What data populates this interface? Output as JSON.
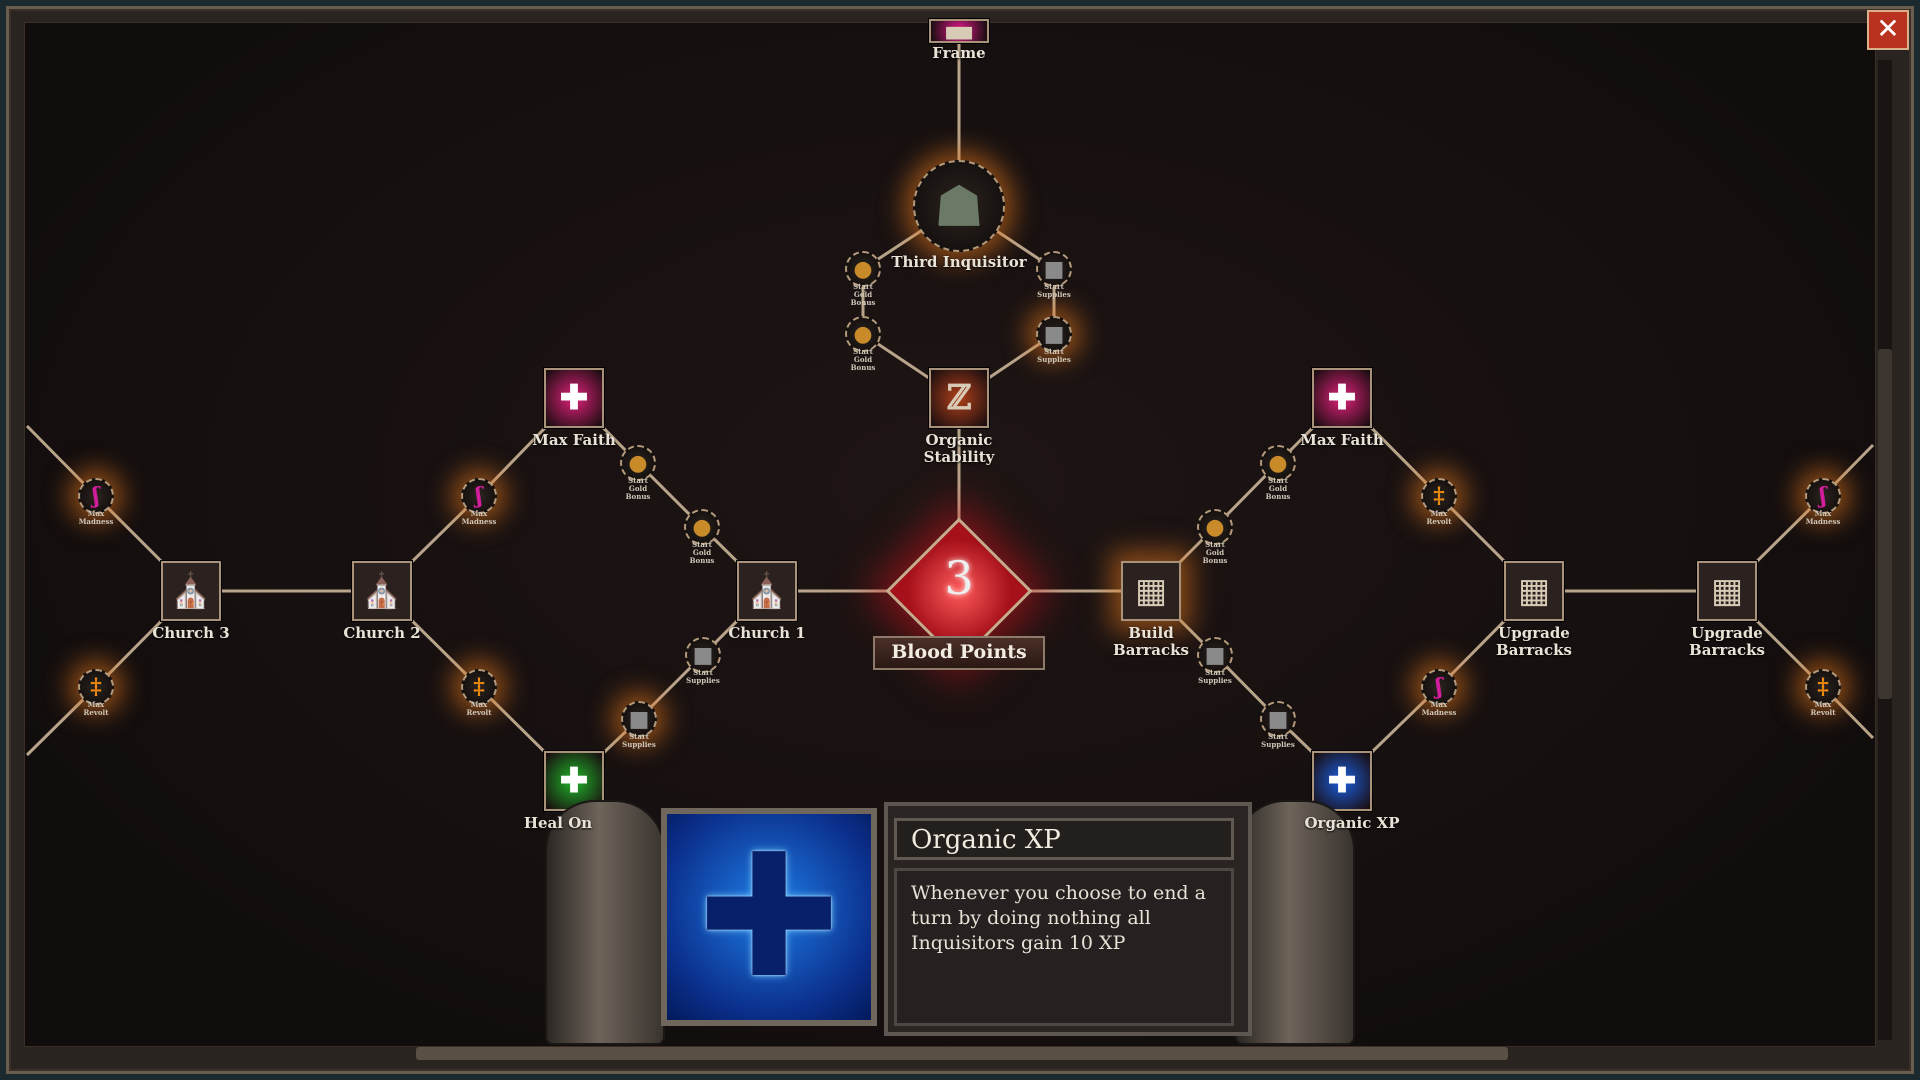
{
  "window": {
    "close_icon": "close-x-icon"
  },
  "blood_points": {
    "value": "3",
    "label": "Blood Points"
  },
  "nodes": [
    {
      "id": "frame",
      "label": "Frame",
      "kind": "square",
      "icon": "frame-icon",
      "color": "#e0188a"
    },
    {
      "id": "third",
      "label": "Third Inquisitor",
      "kind": "portrait",
      "icon": "hooded-inquisitor-icon",
      "unlocked": true
    },
    {
      "id": "g1",
      "label": "Start Gold Bonus",
      "kind": "small",
      "icon": "gold-coins-icon",
      "color": "#c98a2a"
    },
    {
      "id": "g2",
      "label": "Start Gold Bonus",
      "kind": "small",
      "icon": "gold-coins-icon",
      "color": "#c98a2a"
    },
    {
      "id": "s1",
      "label": "Start Supplies",
      "kind": "small",
      "icon": "supplies-icon",
      "color": "#8a8a8a"
    },
    {
      "id": "s2",
      "label": "Start Supplies",
      "kind": "small",
      "icon": "supplies-icon",
      "color": "#8a8a8a",
      "unlocked": true
    },
    {
      "id": "stab",
      "label": "Organic Stability",
      "kind": "square",
      "icon": "organic-stability-icon",
      "color": "#b0401a"
    },
    {
      "id": "c1",
      "label": "Church 1",
      "kind": "square",
      "icon": "church-icon",
      "color": "#7a6a58"
    },
    {
      "id": "c2",
      "label": "Church 2",
      "kind": "square",
      "icon": "church-icon",
      "color": "#7a6a58"
    },
    {
      "id": "c3",
      "label": "Church 3",
      "kind": "square",
      "icon": "church-icon",
      "color": "#7a6a58"
    },
    {
      "id": "mfL",
      "label": "Max Faith",
      "kind": "square",
      "icon": "pink-cross-icon",
      "color": "#e0207a"
    },
    {
      "id": "mfR",
      "label": "Max Faith",
      "kind": "square",
      "icon": "pink-cross-icon",
      "color": "#e0207a"
    },
    {
      "id": "lg1",
      "label": "Start Gold Bonus",
      "kind": "small",
      "icon": "gold-coins-icon",
      "color": "#c98a2a"
    },
    {
      "id": "lg2",
      "label": "Start Gold Bonus",
      "kind": "small",
      "icon": "gold-coins-icon",
      "color": "#c98a2a"
    },
    {
      "id": "ls1",
      "label": "Start Supplies",
      "kind": "small",
      "icon": "supplies-icon",
      "color": "#8a8a8a"
    },
    {
      "id": "ls2",
      "label": "Start Supplies",
      "kind": "small",
      "icon": "supplies-icon",
      "color": "#8a8a8a",
      "unlocked": true
    },
    {
      "id": "heal",
      "label": "Heal On",
      "kind": "square",
      "icon": "heal-crosses-icon",
      "color": "#1fb52a"
    },
    {
      "id": "lm1",
      "label": "Max Madness",
      "kind": "small",
      "icon": "tentacle-icon",
      "color": "#d21e9c",
      "unlocked": true
    },
    {
      "id": "lm2",
      "label": "Max Madness",
      "kind": "small",
      "icon": "tentacle-icon",
      "color": "#d21e9c",
      "unlocked": true
    },
    {
      "id": "lr1",
      "label": "Max Revolt",
      "kind": "small",
      "icon": "revolt-totem-icon",
      "color": "#f08a10",
      "unlocked": true
    },
    {
      "id": "lr2",
      "label": "Max Revolt",
      "kind": "small",
      "icon": "revolt-totem-icon",
      "color": "#f08a10",
      "unlocked": true
    },
    {
      "id": "bb",
      "label": "Build Barracks",
      "kind": "square",
      "icon": "barracks-icon",
      "color": "#6a5040",
      "unlocked": true
    },
    {
      "id": "rg1",
      "label": "Start Gold Bonus",
      "kind": "small",
      "icon": "gold-coins-icon",
      "color": "#c98a2a"
    },
    {
      "id": "rg2",
      "label": "Start Gold Bonus",
      "kind": "small",
      "icon": "gold-coins-icon",
      "color": "#c98a2a"
    },
    {
      "id": "rs1",
      "label": "Start Supplies",
      "kind": "small",
      "icon": "supplies-icon",
      "color": "#8a8a8a"
    },
    {
      "id": "rs2",
      "label": "Start Supplies",
      "kind": "small",
      "icon": "supplies-icon",
      "color": "#8a8a8a"
    },
    {
      "id": "oxp",
      "label": "Organic XP",
      "kind": "square",
      "icon": "blue-cross-icon",
      "color": "#1a5ee0"
    },
    {
      "id": "ub1",
      "label": "Upgrade Barracks",
      "kind": "square",
      "icon": "barracks-icon",
      "color": "#6a5040"
    },
    {
      "id": "ub2",
      "label": "Upgrade Barracks",
      "kind": "square",
      "icon": "barracks-icon",
      "color": "#6a5040"
    },
    {
      "id": "rr1",
      "label": "Max Revolt",
      "kind": "small",
      "icon": "revolt-totem-icon",
      "color": "#f08a10",
      "unlocked": true
    },
    {
      "id": "rm1",
      "label": "Max Madness",
      "kind": "small",
      "icon": "tentacle-icon",
      "color": "#d21e9c",
      "unlocked": true
    },
    {
      "id": "rm2",
      "label": "Max Madness",
      "kind": "small",
      "icon": "tentacle-icon",
      "color": "#d21e9c",
      "unlocked": true
    },
    {
      "id": "rr2",
      "label": "Max Revolt",
      "kind": "small",
      "icon": "revolt-totem-icon",
      "color": "#f08a10",
      "unlocked": true
    }
  ],
  "tooltip": {
    "title": "Organic XP",
    "description": "Whenever you choose to end a turn by doing nothing all Inquisitors gain 10 XP",
    "icon": "blue-cross-shield-icon"
  }
}
